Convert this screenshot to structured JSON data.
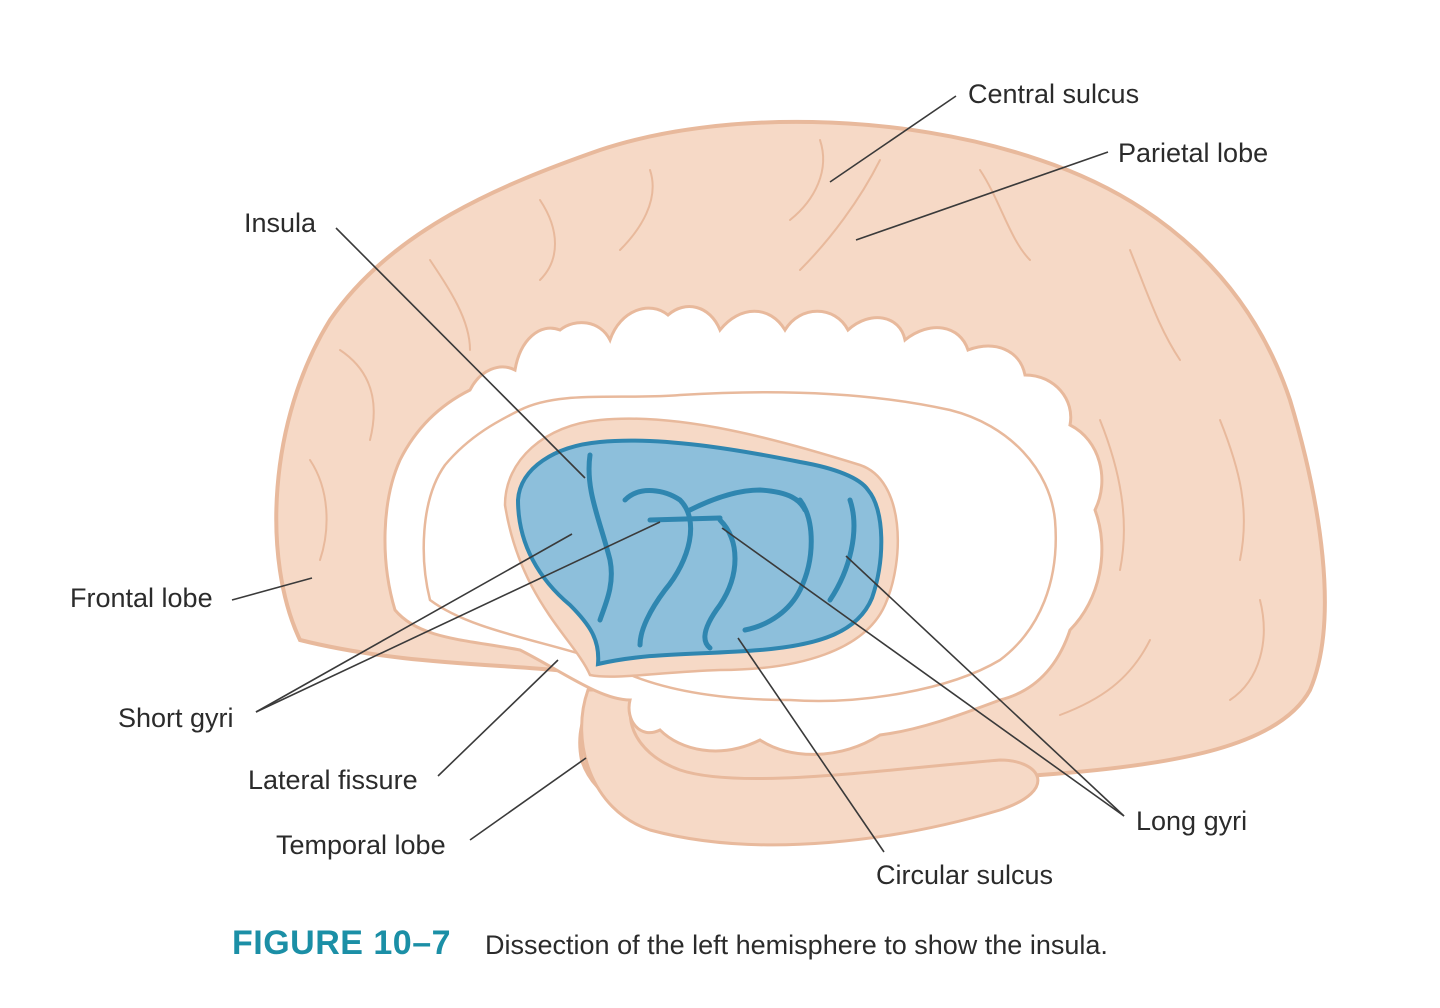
{
  "labels": {
    "central_sulcus": "Central sulcus",
    "parietal_lobe": "Parietal lobe",
    "insula": "Insula",
    "frontal_lobe": "Frontal lobe",
    "short_gyri": "Short gyri",
    "lateral_fissure": "Lateral fissure",
    "temporal_lobe": "Temporal lobe",
    "circular_sulcus": "Circular sulcus",
    "long_gyri": "Long gyri"
  },
  "caption": {
    "number": "FIGURE 10–7",
    "text": "Dissection of the left hemisphere to show the insula."
  },
  "colors": {
    "cortex_fill": "#f6d9c6",
    "cortex_edge": "#e8b99c",
    "insula_fill": "#8dbfdb",
    "insula_edge": "#2f86b0",
    "caption_accent": "#1b8fa6"
  }
}
